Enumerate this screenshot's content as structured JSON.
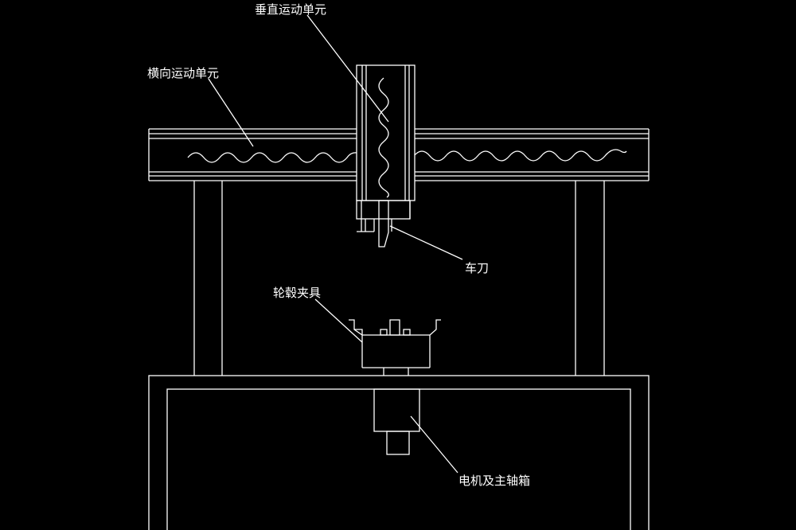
{
  "drawing": {
    "background": "#000000",
    "line_color": "#ffffff",
    "labels": {
      "vertical_unit": "垂直运动单元",
      "horizontal_unit": "横向运动单元",
      "cutter": "车刀",
      "hub_fixture": "轮毂夹具",
      "motor_spindle": "电机及主轴箱"
    }
  }
}
